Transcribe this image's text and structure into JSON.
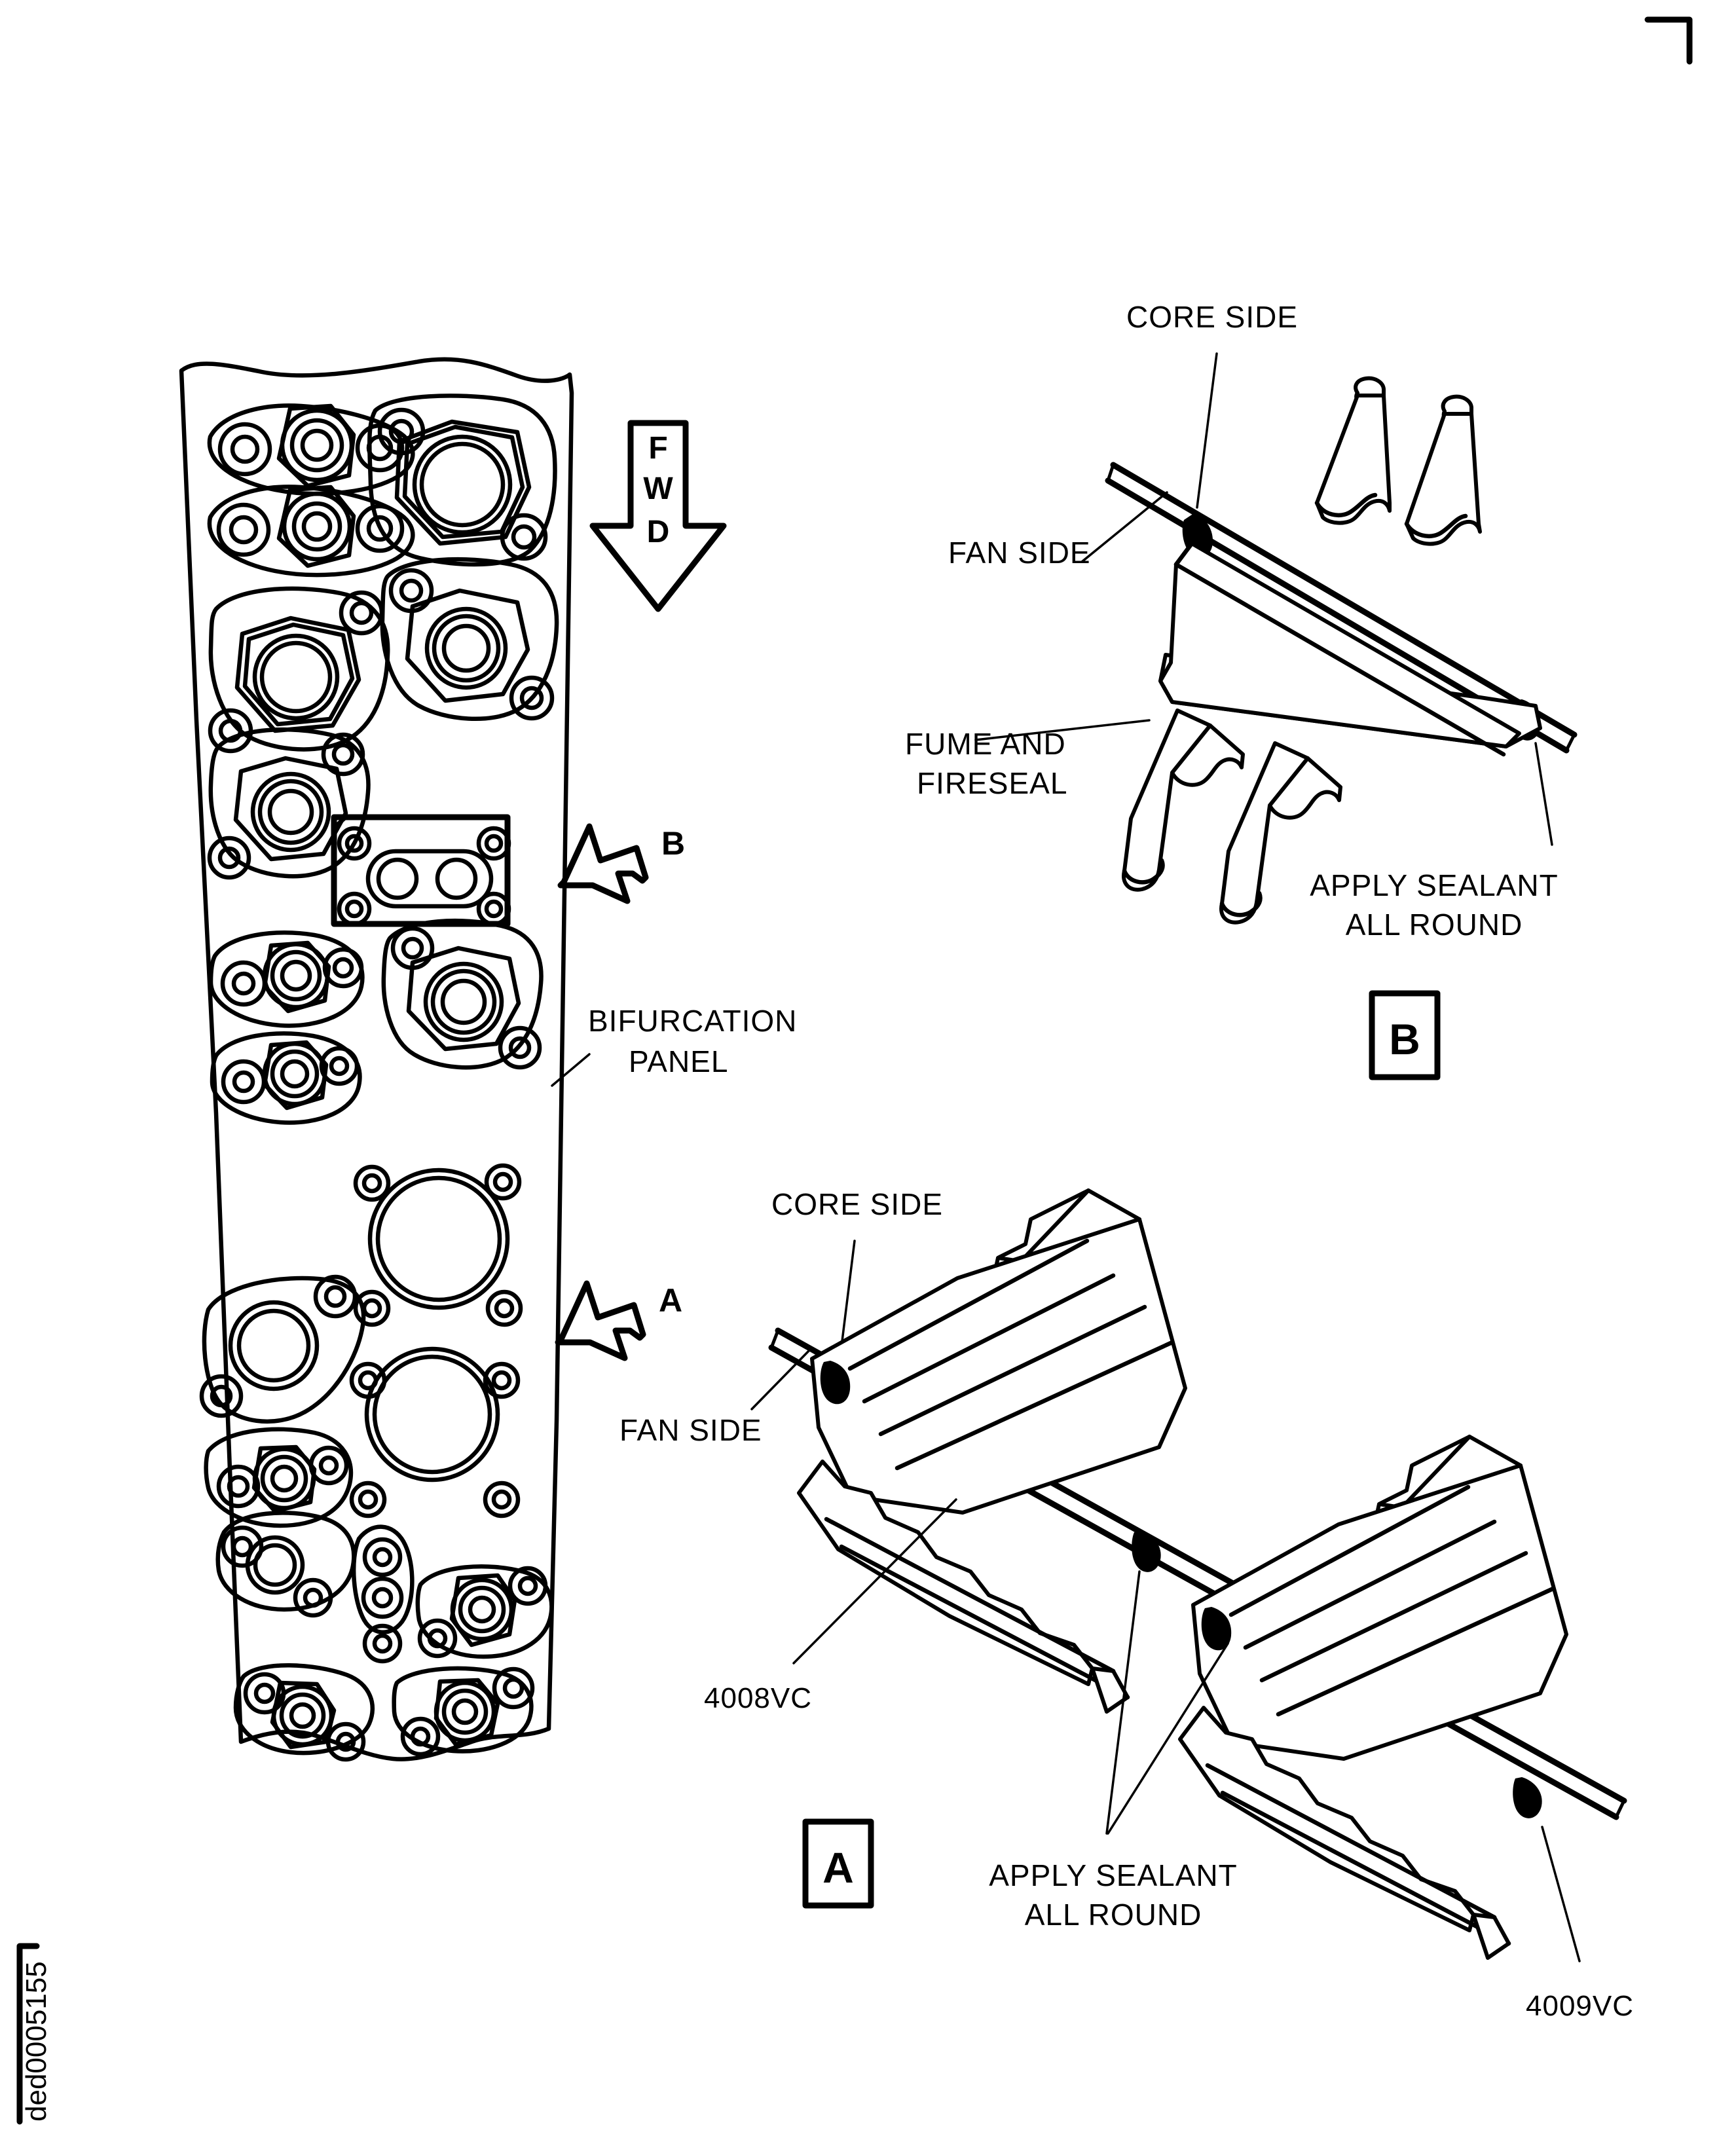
{
  "figure": {
    "id_text": "ded0005155",
    "type": "technical-illustration",
    "subject": "Bifurcation panel — fume and fireseal / duct sealing details"
  },
  "main_view": {
    "panel_label_line1": "BIFURCATION",
    "panel_label_line2": "PANEL",
    "direction_arrow": {
      "letters": [
        "F",
        "W",
        "D"
      ],
      "text": "FWD",
      "direction": "down"
    },
    "view_arrows": [
      {
        "letter": "B",
        "direction": "left"
      },
      {
        "letter": "A",
        "direction": "left"
      }
    ]
  },
  "detail_b": {
    "marker": "B",
    "labels": {
      "core_side": "CORE SIDE",
      "fan_side": "FAN SIDE",
      "component_line1": "FUME AND",
      "component_line2": "FIRESEAL",
      "sealant_line1": "APPLY SEALANT",
      "sealant_line2": "ALL ROUND"
    }
  },
  "detail_a": {
    "marker": "A",
    "labels": {
      "core_side": "CORE SIDE",
      "fan_side": "FAN SIDE",
      "part_left": "4008VC",
      "part_right": "4009VC",
      "sealant_line1": "APPLY SEALANT",
      "sealant_line2": "ALL ROUND"
    }
  },
  "colors": {
    "line": "#000000",
    "background": "#ffffff",
    "sealant_fill": "#000000"
  }
}
